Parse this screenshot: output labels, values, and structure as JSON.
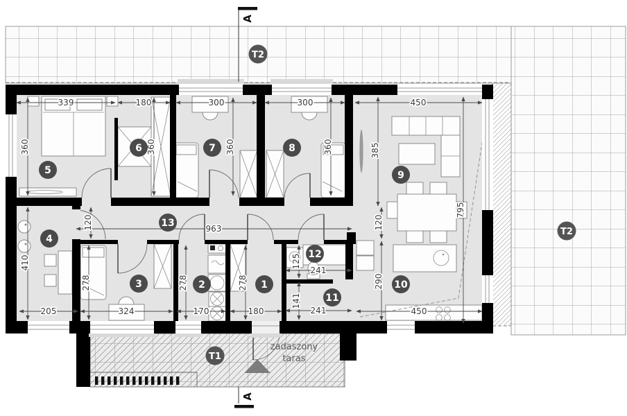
{
  "section": {
    "label": "A"
  },
  "terraces": {
    "t2_top_label": "T2",
    "t2_right_label": "T2",
    "t1_label": "T1",
    "t1_caption_line1": "zadaszony",
    "t1_caption_line2": "taras"
  },
  "rooms": [
    "1",
    "2",
    "3",
    "4",
    "5",
    "6",
    "7",
    "8",
    "9",
    "10",
    "11",
    "12",
    "13"
  ],
  "dims": {
    "room5_w": "339",
    "room6_w": "180",
    "room7_w": "300",
    "room8_w": "300",
    "room9_w": "450",
    "room5_h": "360",
    "room6_h": "360",
    "room7_h": "360",
    "room8_h": "360",
    "room9_h": "385",
    "right_h": "795",
    "corridor_len": "963",
    "corridor_w": "120",
    "kitchen_pass": "120",
    "kitchen_h": "290",
    "kitchen_w": "450",
    "room4_h": "410",
    "room4_w": "205",
    "room3_h": "278",
    "room3_w": "324",
    "room2_h": "278",
    "room2_w": "170",
    "room1_h": "278",
    "room1_w": "180",
    "wc_h": "125",
    "wc_w": "241",
    "store_h": "141",
    "store_w": "241"
  },
  "colors": {
    "wall": "#000000",
    "room_fill": "#e4e4e4",
    "badge_fill": "#4a4a4a",
    "badge_text": "#ffffff",
    "dim_text": "#3c3c3c",
    "grid_line": "#a6a6ad",
    "terrace_fill": "#ececec",
    "furniture_stroke": "#8a8a8a"
  }
}
